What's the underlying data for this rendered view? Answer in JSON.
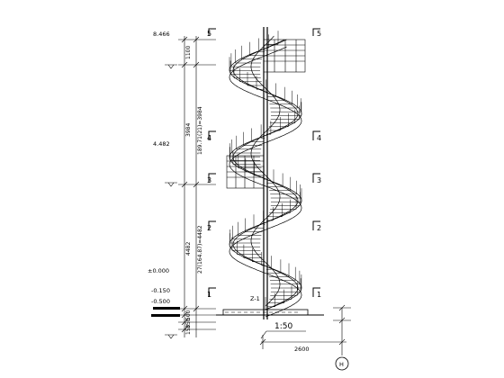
{
  "levels": {
    "l1": "8.466",
    "l2": "4.482",
    "l3": "±0.000",
    "l4": "-0.150",
    "l5": "-0.500"
  },
  "dimensions": {
    "d_top": "1100",
    "d_mid": "3984",
    "d_mid_calc": "189.71(21)=3984",
    "d_low": "4482",
    "d_low_calc": "27(164.87)=4482",
    "d_base1": "500",
    "d_base2": "350",
    "d_base3": "150",
    "d_width": "2600"
  },
  "section_marks": {
    "left": [
      "5",
      "4",
      "3",
      "2",
      "1"
    ],
    "right": [
      "5",
      "4",
      "3",
      "2",
      "1"
    ]
  },
  "labels": {
    "column": "Z-1",
    "scale": "1:50",
    "axis": "H"
  },
  "level_notes": {
    "n1": "",
    "n2": ""
  }
}
